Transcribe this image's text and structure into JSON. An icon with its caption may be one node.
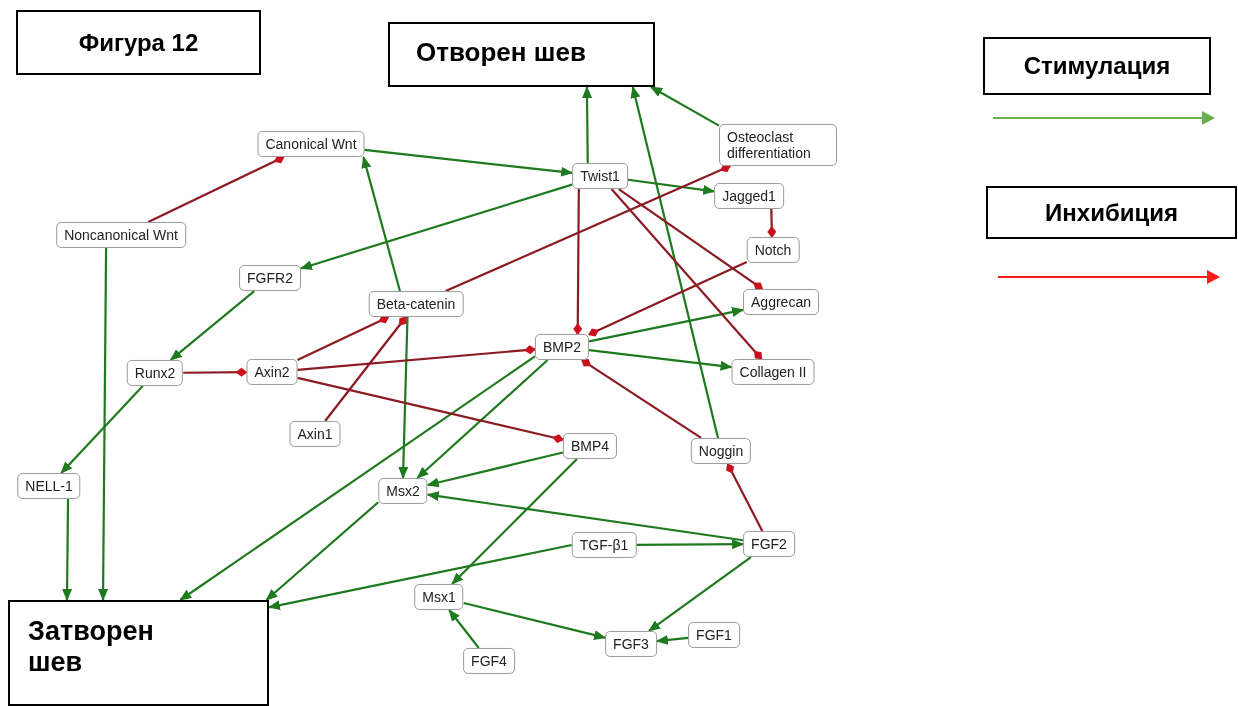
{
  "diagram": {
    "title": "Фигура 12",
    "nodes": [
      {
        "text": [
          "Отворен шев"
        ]
      },
      {
        "text": [
          "Canonical Wnt"
        ]
      },
      {
        "text": [
          "Osteoclast differentiation"
        ]
      },
      {
        "text": [
          "Twist1"
        ]
      },
      {
        "text": [
          "Jagged1"
        ]
      },
      {
        "text": [
          "Noncanonical Wnt"
        ]
      },
      {
        "text": [
          "Notch"
        ]
      },
      {
        "text": [
          "FGFR2"
        ]
      },
      {
        "text": [
          "Beta-catenin"
        ]
      },
      {
        "text": [
          "Aggrecan"
        ]
      },
      {
        "text": [
          "BMP2"
        ]
      },
      {
        "text": [
          "Runx2"
        ]
      },
      {
        "text": [
          "Axin2"
        ]
      },
      {
        "text": [
          "Collagen II"
        ]
      },
      {
        "text": [
          "Axin1"
        ]
      },
      {
        "text": [
          "BMP4"
        ]
      },
      {
        "text": [
          "Noggin"
        ]
      },
      {
        "text": [
          "NELL-1"
        ]
      },
      {
        "text": [
          "Msx2"
        ]
      },
      {
        "text": [
          "TGF-β1"
        ]
      },
      {
        "text": [
          "FGF2"
        ]
      },
      {
        "text": [
          "Msx1"
        ]
      },
      {
        "text": [
          "FGF1"
        ]
      },
      {
        "text": [
          "FGF3"
        ]
      },
      {
        "text": [
          "FGF4"
        ]
      },
      {
        "text": [
          "Затворен шев"
        ]
      }
    ],
    "edges": [
      {
        "from": 1,
        "to": 3,
        "arrow": "to"
      },
      {
        "from": 3,
        "to": 0,
        "arrow": "to"
      },
      {
        "from": 16,
        "to": 0,
        "arrow": "to"
      },
      {
        "from": 2,
        "to": 0,
        "arrow": "to"
      },
      {
        "from": 3,
        "to": 4,
        "arrow": "to"
      },
      {
        "from": 3,
        "to": 7,
        "arrow": "to"
      },
      {
        "from": 8,
        "to": 1,
        "arrow": "to"
      },
      {
        "from": 8,
        "to": 18,
        "arrow": "to"
      },
      {
        "from": 7,
        "to": 11,
        "arrow": "to"
      },
      {
        "from": 11,
        "to": 17,
        "arrow": "to"
      },
      {
        "from": 5,
        "to": 25,
        "arrow": "to"
      },
      {
        "from": 17,
        "to": 25,
        "arrow": "to"
      },
      {
        "from": 10,
        "to": 9,
        "arrow": "to"
      },
      {
        "from": 10,
        "to": 13,
        "arrow": "to"
      },
      {
        "from": 10,
        "to": 18,
        "arrow": "to"
      },
      {
        "from": 10,
        "to": 25,
        "arrow": "to"
      },
      {
        "from": 15,
        "to": 18,
        "arrow": "to"
      },
      {
        "from": 15,
        "to": 21,
        "arrow": "to"
      },
      {
        "from": 20,
        "to": 18,
        "arrow": "to"
      },
      {
        "from": 18,
        "to": 25,
        "arrow": "to"
      },
      {
        "from": 19,
        "to": 25,
        "arrow": "to"
      },
      {
        "from": 19,
        "to": 20,
        "arrow": "to"
      },
      {
        "from": 20,
        "to": 23,
        "arrow": "to"
      },
      {
        "from": 21,
        "to": 23,
        "arrow": "to"
      },
      {
        "from": 22,
        "to": 23,
        "arrow": "to"
      },
      {
        "from": 24,
        "to": 21,
        "arrow": "to"
      },
      {
        "from": 5,
        "to": 1,
        "arrow": "other",
        "color": "#8b1a22"
      },
      {
        "from": 8,
        "to": 2,
        "arrow": "other",
        "color": "#8b1a22"
      },
      {
        "from": 3,
        "to": 10,
        "arrow": "other",
        "color": "#8b1a22"
      },
      {
        "from": 3,
        "to": 9,
        "arrow": "other",
        "color": "#8b1a22"
      },
      {
        "from": 3,
        "to": 13,
        "arrow": "other",
        "color": "#8b1a22"
      },
      {
        "from": 4,
        "to": 6,
        "arrow": "other",
        "color": "#8b1a22"
      },
      {
        "from": 6,
        "to": 10,
        "arrow": "other",
        "color": "#8b1a22"
      },
      {
        "from": 11,
        "to": 12,
        "arrow": "other",
        "color": "#8b1a22"
      },
      {
        "from": 12,
        "to": 8,
        "arrow": "other",
        "color": "#8b1a22"
      },
      {
        "from": 14,
        "to": 8,
        "arrow": "other",
        "color": "#8b1a22"
      },
      {
        "from": 12,
        "to": 10,
        "arrow": "other",
        "color": "#8b1a22"
      },
      {
        "from": 12,
        "to": 15,
        "arrow": "other",
        "color": "#8b1a22"
      },
      {
        "from": 16,
        "to": 10,
        "arrow": "other",
        "color": "#8b1a22"
      },
      {
        "from": 20,
        "to": 16,
        "arrow": "other",
        "color": "#8b1a22"
      }
    ],
    "legend": [
      {
        "text": "Стимулация"
      },
      {
        "text": "Инхибиция"
      }
    ]
  }
}
